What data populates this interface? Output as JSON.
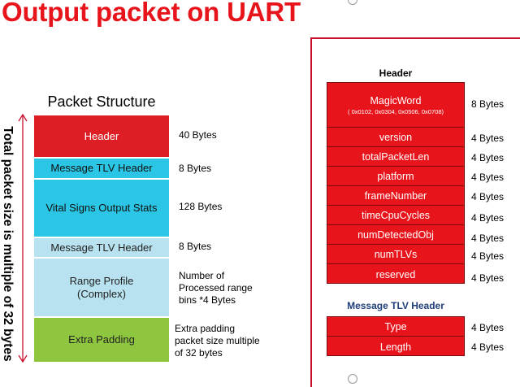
{
  "title": "Output packet on UART",
  "left": {
    "vertical_label": "Total packet size is multiple of 32 bytes",
    "structure_title": "Packet Structure",
    "blocks": [
      {
        "label": "Header",
        "size": "40 Bytes"
      },
      {
        "label": "Message TLV Header",
        "size": "8 Bytes"
      },
      {
        "label": "Vital Signs Output Stats",
        "size": "128 Bytes"
      },
      {
        "label": "Message TLV Header",
        "size": "8 Bytes"
      },
      {
        "label": "Range Profile (Complex)",
        "size": "Number of Processed range bins *4 Bytes"
      },
      {
        "label": "Extra Padding",
        "size": "Extra padding packet size multiple of 32 bytes"
      }
    ],
    "colors": {
      "header": "#dd1e25",
      "tlv": "#2bc6e5",
      "stats": "#2bc6e5",
      "tlv2": "#b8e2ef",
      "range": "#b8e2ef",
      "padding": "#8ec63f"
    }
  },
  "right": {
    "header_title": "Header",
    "magic": {
      "label": "MagicWord",
      "sub": "( 0x0102, 0x0304, 0x0506, 0x0708)",
      "size": "8 Bytes"
    },
    "fields": [
      {
        "label": "version",
        "size": "4 Bytes"
      },
      {
        "label": "totalPacketLen",
        "size": "4 Bytes"
      },
      {
        "label": "platform",
        "size": "4 Bytes"
      },
      {
        "label": "frameNumber",
        "size": "4 Bytes"
      },
      {
        "label": "timeCpuCycles",
        "size": "4 Bytes"
      },
      {
        "label": "numDetectedObj",
        "size": "4 Bytes"
      },
      {
        "label": "numTLVs",
        "size": "4 Bytes"
      },
      {
        "label": "reserved",
        "size": "4 Bytes"
      }
    ],
    "tlv_title": "Message TLV Header",
    "tlv_fields": [
      {
        "label": "Type",
        "size": "4 Bytes"
      },
      {
        "label": "Length",
        "size": "4 Bytes"
      }
    ],
    "colors": {
      "field_fill": "#e8141b",
      "field_border": "#7a0c0c"
    }
  }
}
